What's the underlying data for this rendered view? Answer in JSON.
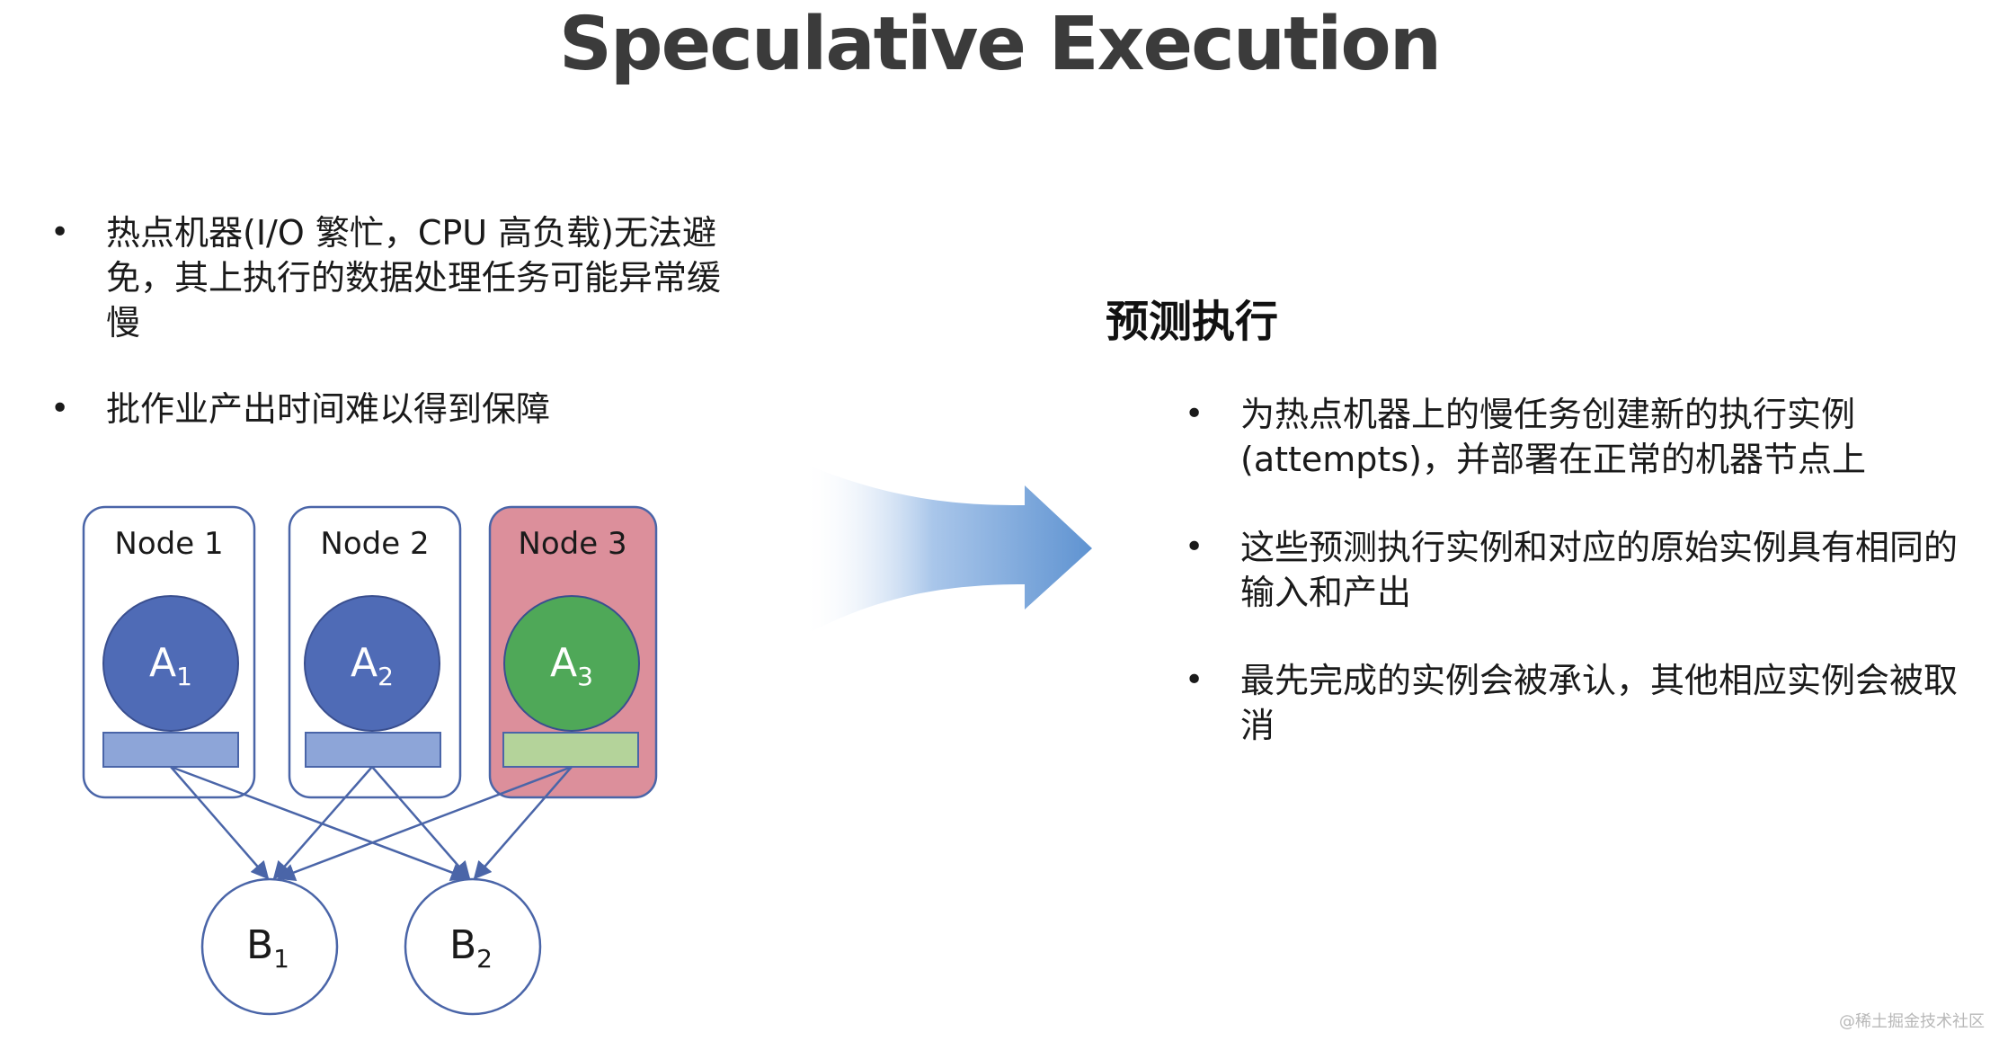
{
  "title": "Speculative Execution",
  "left_bullets": [
    "热点机器(I/O 繁忙，CPU 高负载)无法避免，其上执行的数据处理任务可能异常缓慢",
    "批作业产出时间难以得到保障"
  ],
  "right_heading": "预测执行",
  "right_bullets": [
    "为热点机器上的慢任务创建新的执行实例(attempts)，并部署在正常的机器节点上",
    "这些预测执行实例和对应的原始实例具有相同的输入和产出",
    "最先完成的实例会被承认，其他相应实例会被取消"
  ],
  "diagram": {
    "nodes": [
      {
        "label": "Node 1",
        "task": "A",
        "sub": "1"
      },
      {
        "label": "Node 2",
        "task": "A",
        "sub": "2"
      },
      {
        "label": "Node 3",
        "task": "A",
        "sub": "3"
      }
    ],
    "outputs": [
      {
        "task": "B",
        "sub": "1"
      },
      {
        "task": "B",
        "sub": "2"
      }
    ]
  },
  "colors": {
    "node_border": "#4a65a8",
    "task_blue": "#4f6bb6",
    "task_green": "#4fa858",
    "bar_blue": "#8da5d8",
    "bar_green": "#b4d39a",
    "node3_fill": "#dc8f9b",
    "arrow_blue": "#5f93d1"
  },
  "watermark": "@稀土掘金技术社区"
}
